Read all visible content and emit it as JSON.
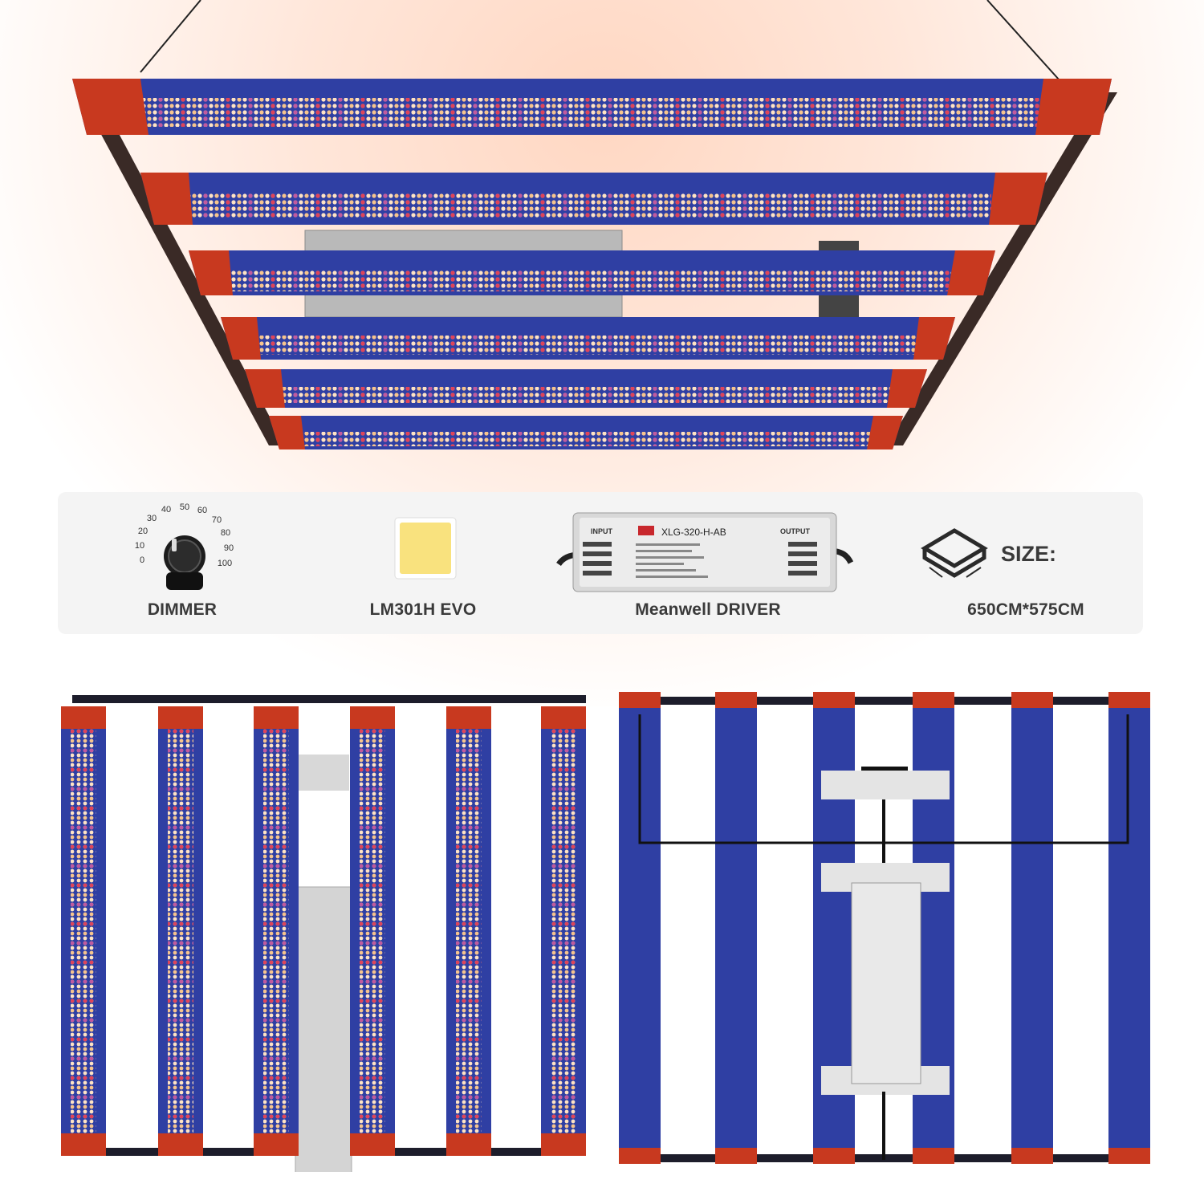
{
  "features": {
    "dimmer": {
      "label": "DIMMER",
      "scale": [
        "0",
        "10",
        "20",
        "30",
        "40",
        "50",
        "60",
        "70",
        "80",
        "90",
        "100"
      ]
    },
    "led": {
      "label": "LM301H  EVO"
    },
    "driver": {
      "label": "Meanwell DRIVER",
      "model": "XLG-320-H-AB",
      "input_label": "INPUT",
      "output_label": "OUTPUT"
    },
    "size": {
      "heading": "SIZE:",
      "label": "650CM*575CM"
    }
  },
  "colors": {
    "bar_blue": "#2f3fa3",
    "end_cap_red": "#c8391f",
    "led_warm": "#f6c48d",
    "led_red": "#e0445a",
    "glow": "#ffd7c2"
  },
  "icons": [
    "dimmer-knob-icon",
    "led-chip-icon",
    "driver-icon",
    "size-box-icon"
  ]
}
